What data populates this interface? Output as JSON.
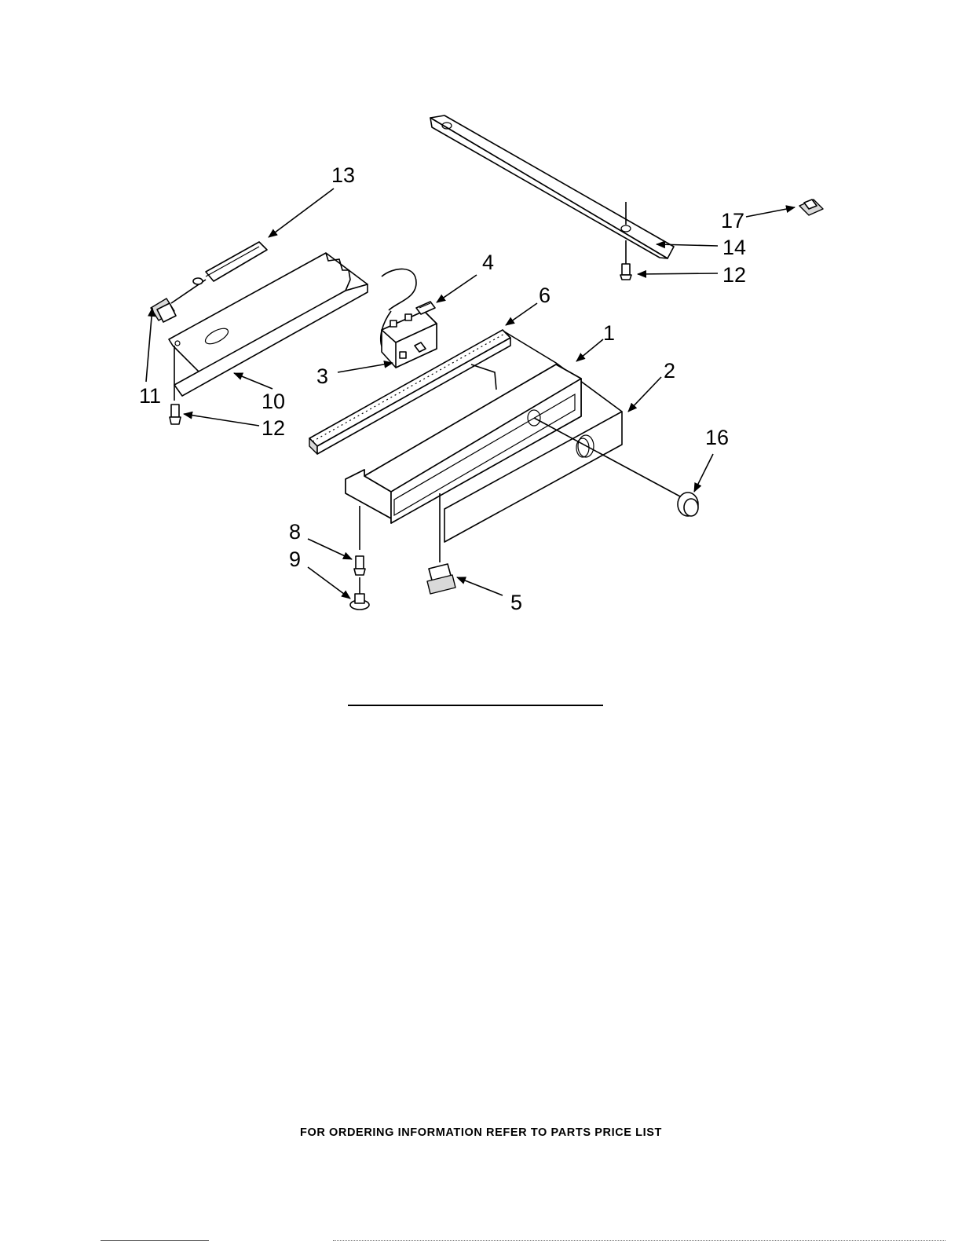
{
  "diagram": {
    "callouts": [
      {
        "id": "c13",
        "label": "13"
      },
      {
        "id": "c17",
        "label": "17"
      },
      {
        "id": "c14",
        "label": "14"
      },
      {
        "id": "c12a",
        "label": "12"
      },
      {
        "id": "c4",
        "label": "4"
      },
      {
        "id": "c6",
        "label": "6"
      },
      {
        "id": "c1",
        "label": "1"
      },
      {
        "id": "c2",
        "label": "2"
      },
      {
        "id": "c3",
        "label": "3"
      },
      {
        "id": "c11",
        "label": "11"
      },
      {
        "id": "c10",
        "label": "10"
      },
      {
        "id": "c12b",
        "label": "12"
      },
      {
        "id": "c16",
        "label": "16"
      },
      {
        "id": "c8",
        "label": "8"
      },
      {
        "id": "c9",
        "label": "9"
      },
      {
        "id": "c5",
        "label": "5"
      }
    ]
  },
  "footer": {
    "note": "FOR ORDERING INFORMATION REFER TO PARTS PRICE LIST"
  }
}
